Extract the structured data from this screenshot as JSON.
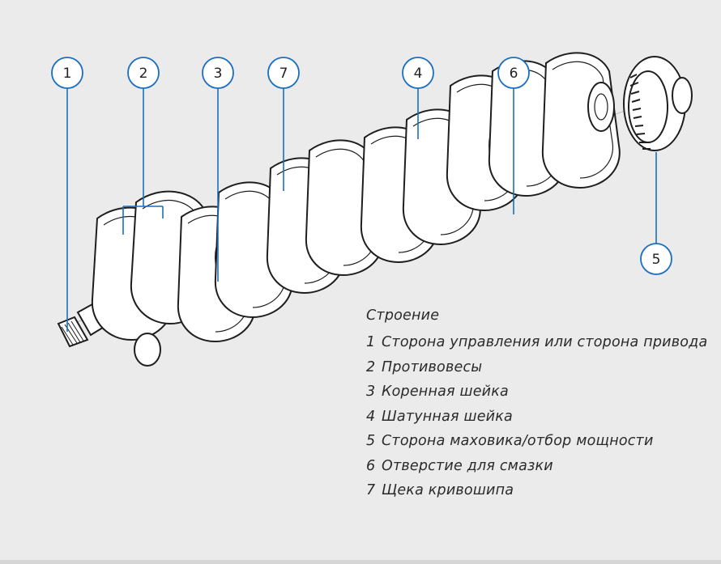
{
  "legend": {
    "title": "Строение",
    "items": [
      {
        "num": "1",
        "text": "Сторона управления или сторона привода"
      },
      {
        "num": "2",
        "text": "Противовесы"
      },
      {
        "num": "3",
        "text": "Коренная шейка"
      },
      {
        "num": "4",
        "text": "Шатунная шейка"
      },
      {
        "num": "5",
        "text": "Сторона маховика/отбор мощности"
      },
      {
        "num": "6",
        "text": "Отверстие для смазки"
      },
      {
        "num": "7",
        "text": "Щека кривошипа"
      }
    ]
  },
  "callouts": [
    "1",
    "2",
    "3",
    "7",
    "4",
    "6",
    "5"
  ],
  "colors": {
    "background": "#ebebeb",
    "callout_ring": "#1a6fc0",
    "leader_line": "#1a6fc0",
    "drawing_stroke": "#1e1e1e",
    "drawing_fill": "#ffffff"
  }
}
